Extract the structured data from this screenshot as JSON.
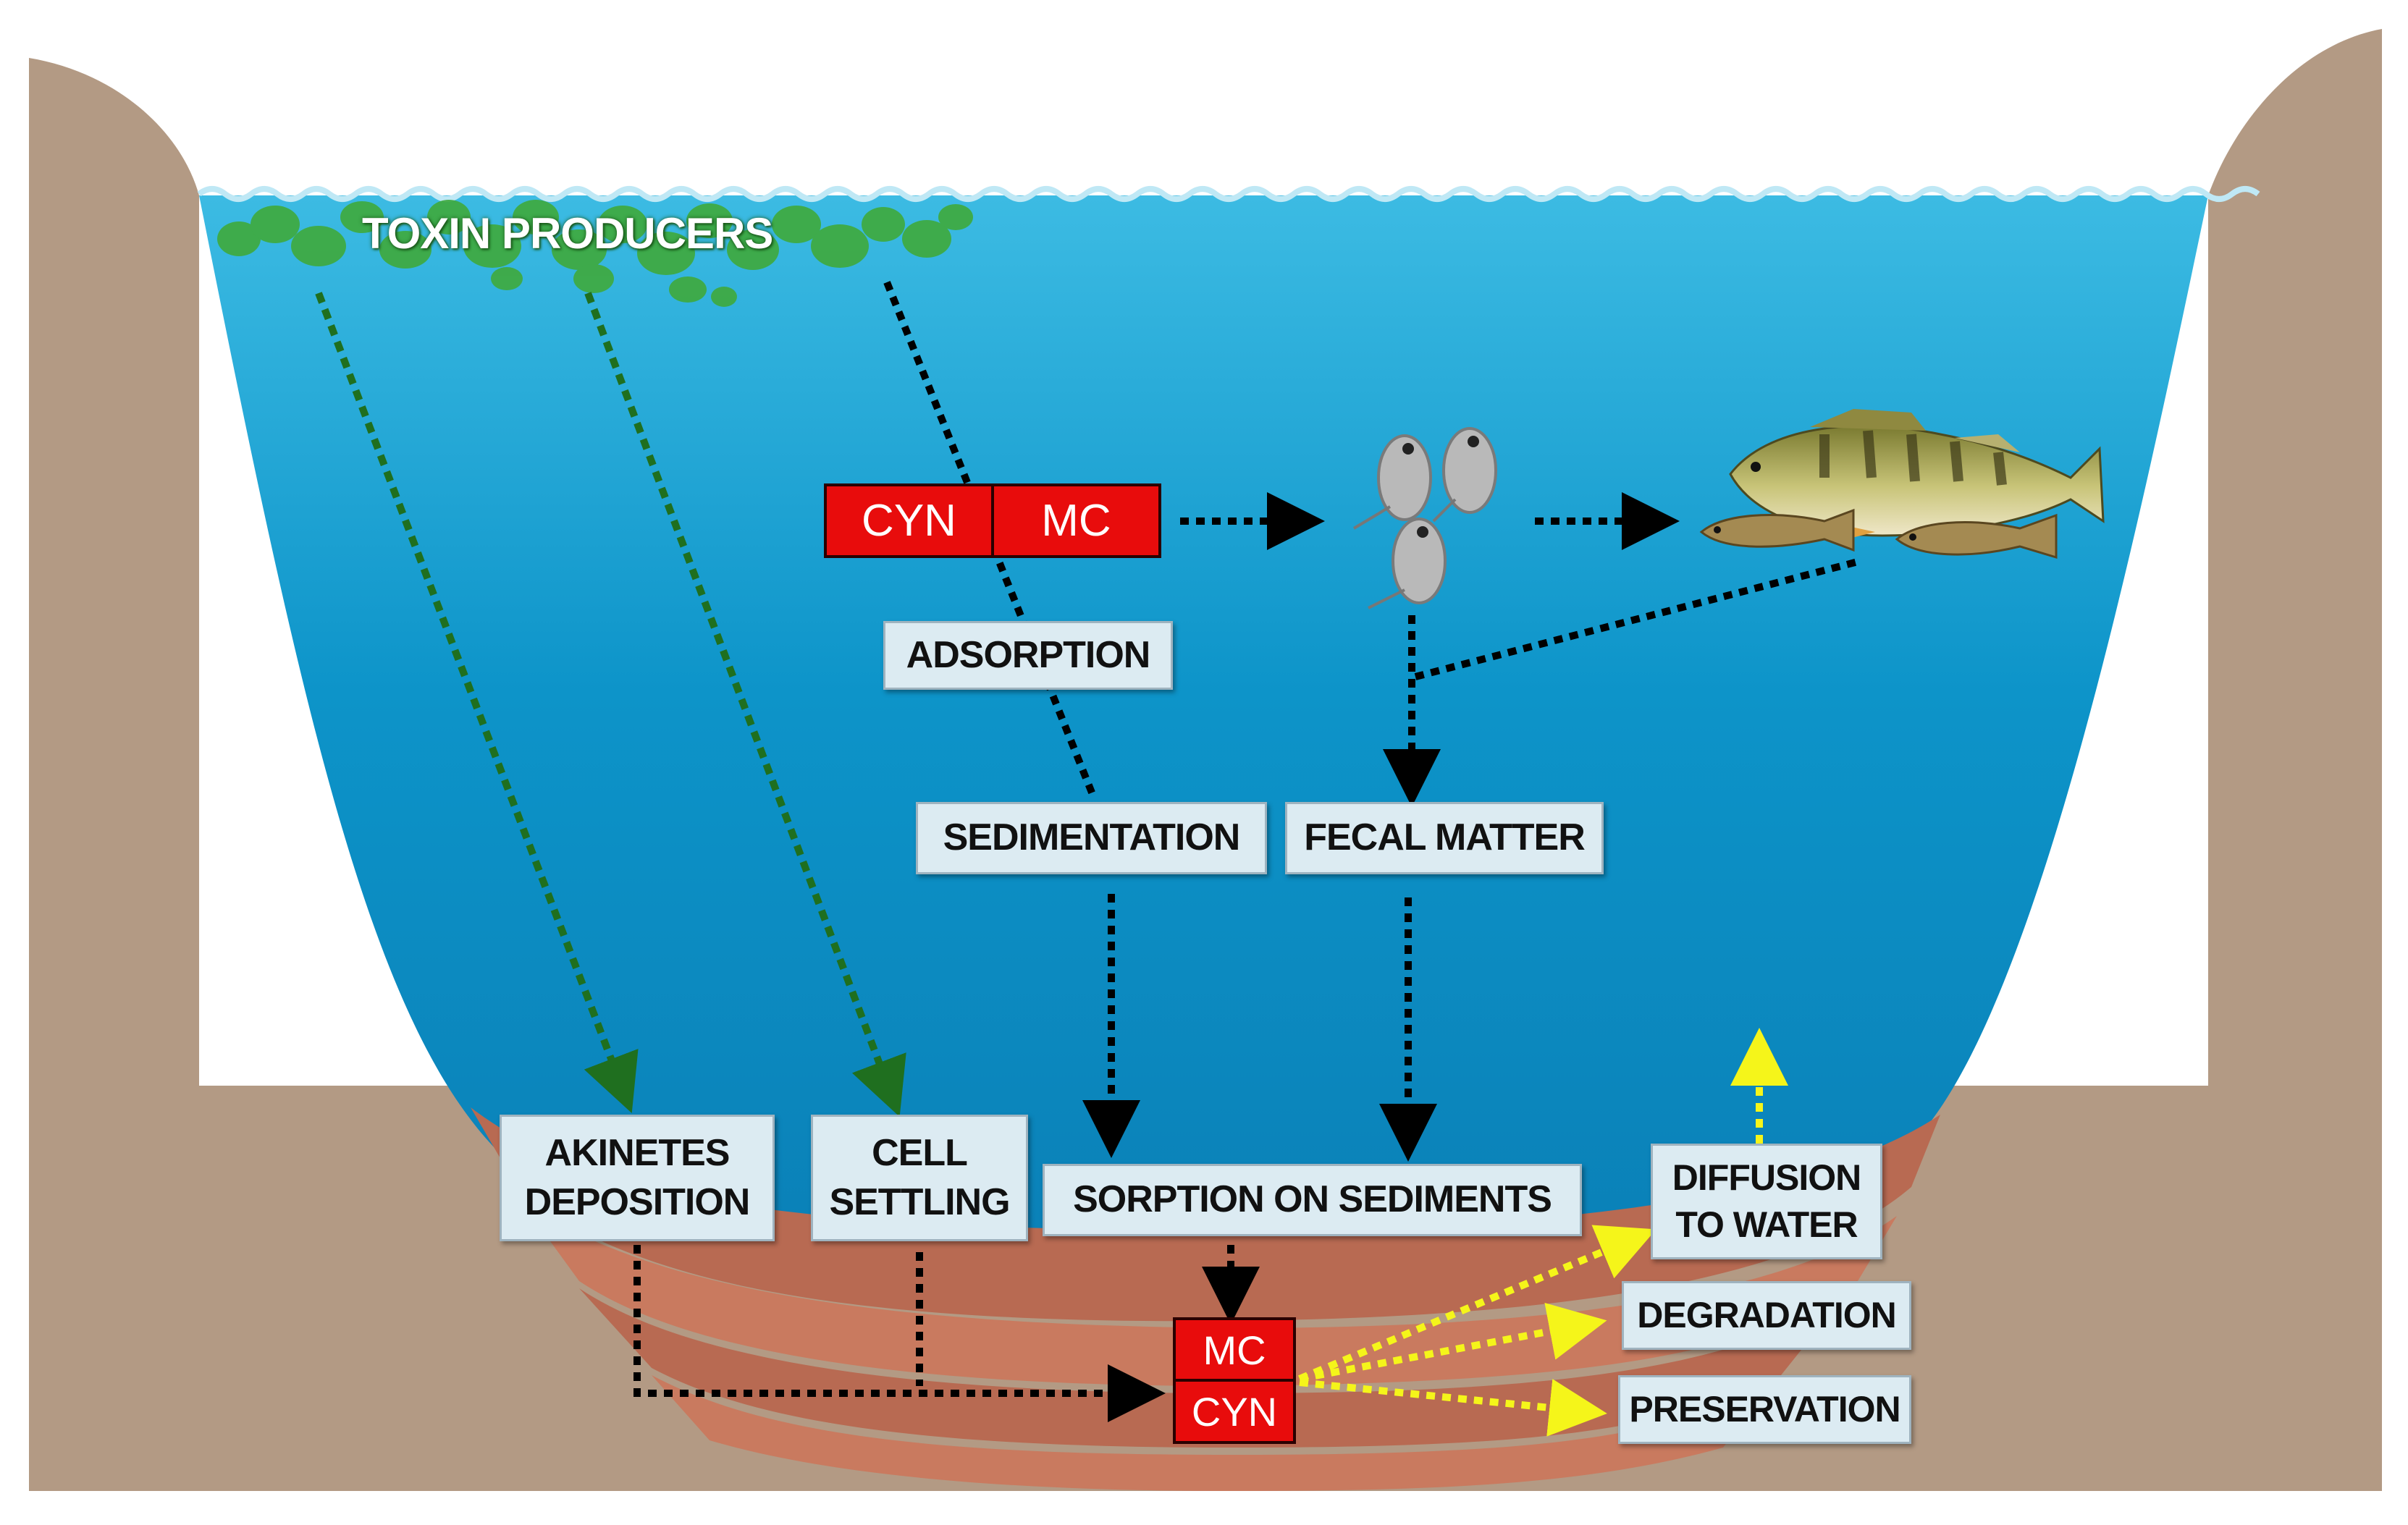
{
  "colors": {
    "bank": "#b39a84",
    "water_top": "#38b6e0",
    "water_bottom": "#0a80b6",
    "sediment": "#b86a52",
    "toxin_box": "#e80c0c",
    "label_bg": "#dcebf2",
    "green_arrow": "#1f6f1f",
    "black_arrow": "#000000",
    "yellow_arrow": "#f5f51a"
  },
  "top": {
    "producers_label": "TOXIN PRODUCERS"
  },
  "toxins": {
    "upper": {
      "left": "CYN",
      "right": "MC"
    },
    "lower": {
      "top": "MC",
      "bottom": "CYN"
    }
  },
  "processes": {
    "adsorption": "ADSORPTION",
    "sedimentation": "SEDIMENTATION",
    "fecal_matter": "FECAL MATTER",
    "akinetes": "AKINETES\nDEPOSITION",
    "cell_settling": "CELL\nSETTLING",
    "sorption": "SORPTION ON SEDIMENTS",
    "diffusion": "DIFFUSION\nTO WATER",
    "degradation": "DEGRADATION",
    "preservation": "PRESERVATION"
  },
  "icons": {
    "algae": "algae-bloom-icon",
    "zooplankton": "zooplankton-icon",
    "fish": "fish-icon"
  }
}
